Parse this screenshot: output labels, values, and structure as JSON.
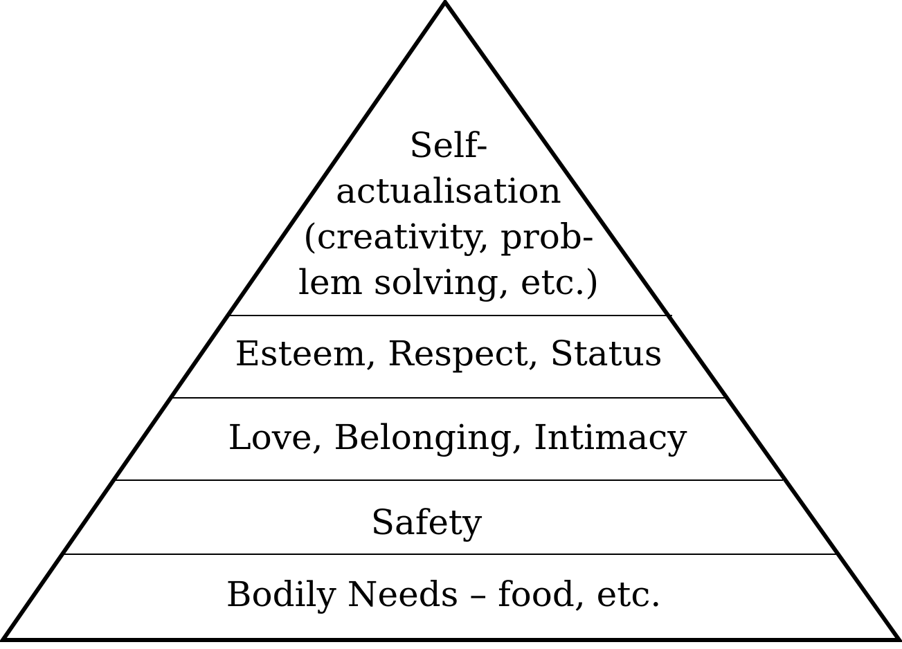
{
  "pyramid": {
    "levels": [
      {
        "lines": [
          "Self-",
          "actualisation",
          "(creativity, prob-",
          "lem solving, etc.)"
        ]
      },
      {
        "lines": [
          "Esteem, Respect, Status"
        ]
      },
      {
        "lines": [
          "Love, Belonging, Intimacy"
        ]
      },
      {
        "lines": [
          "Safety"
        ]
      },
      {
        "lines": [
          "Bodily Needs – food, etc."
        ]
      }
    ],
    "colors": {
      "stroke": "#000000",
      "background": "#ffffff"
    }
  }
}
